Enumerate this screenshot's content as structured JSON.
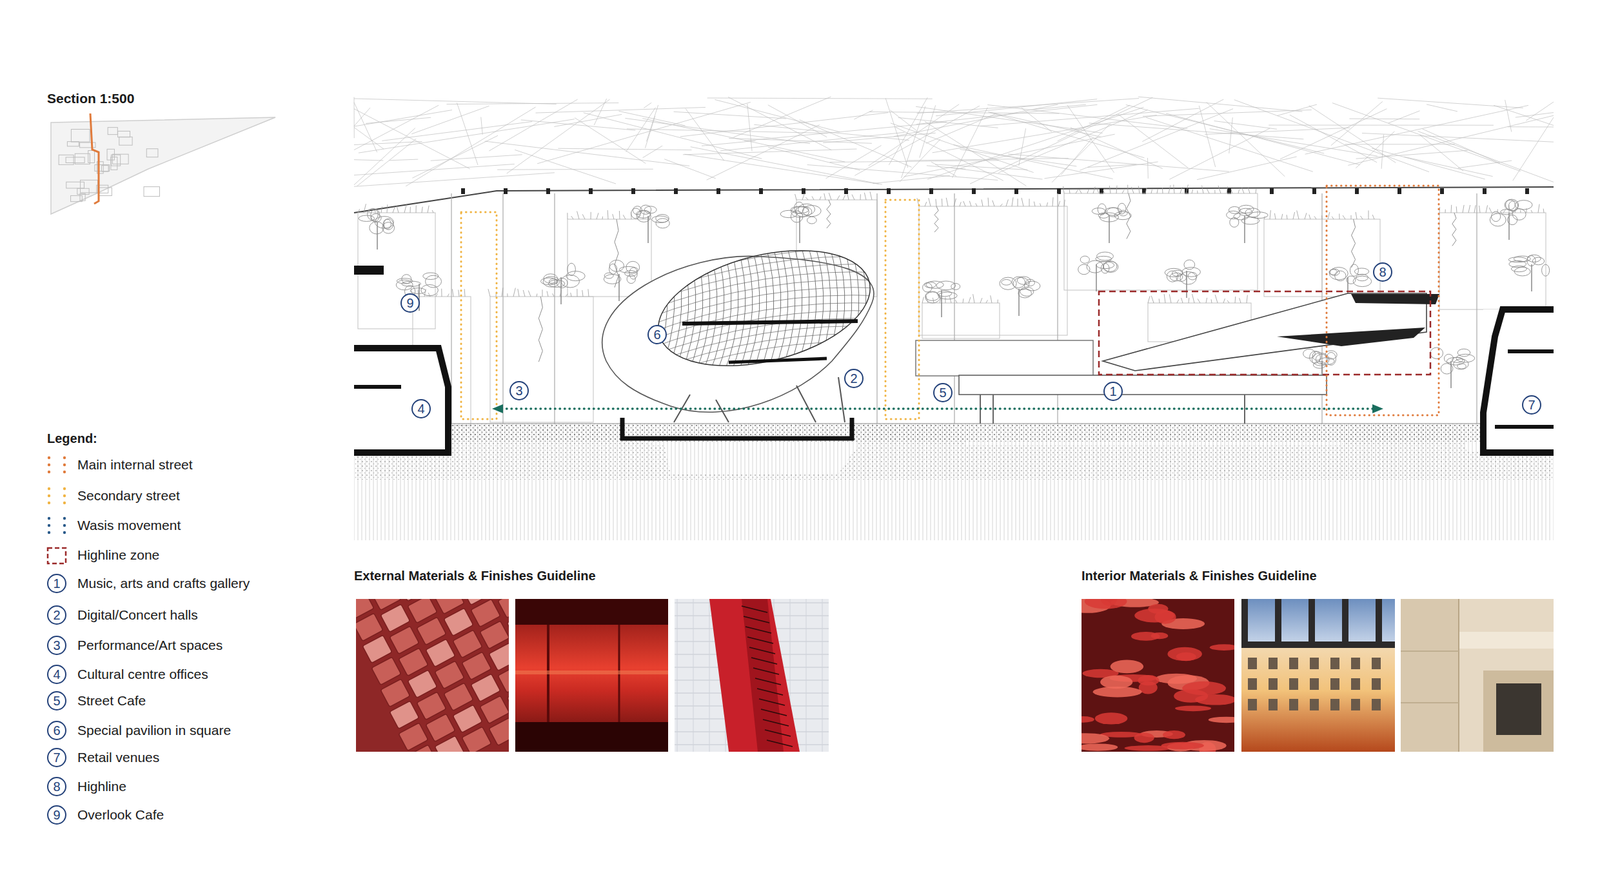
{
  "diagram": {
    "title": "Section 1:500",
    "labels": [
      "9",
      "4",
      "3",
      "6",
      "2",
      "5",
      "1",
      "8",
      "7",
      "Legend:",
      "1",
      "2",
      "3",
      "4",
      "5",
      "6",
      "7",
      "8",
      "9",
      "External Materials & Finishes Guideline",
      "Interior Materials & Finishes Guideline"
    ],
    "legend": [
      {
        "text": "Main internal street"
      },
      {
        "text": "Secondary street"
      },
      {
        "text": "Wasis movement"
      },
      {
        "text": "Highline zone"
      },
      {
        "text": "Music, arts and crafts gallery"
      },
      {
        "text": "Digital/Concert halls"
      },
      {
        "text": "Performance/Art spaces"
      },
      {
        "text": "Cultural centre offices"
      },
      {
        "text": "Street Cafe"
      },
      {
        "text": "Special pavilion in square"
      },
      {
        "text": "Retail venues"
      },
      {
        "text": "Highline"
      },
      {
        "text": "Overlook Cafe"
      }
    ]
  }
}
